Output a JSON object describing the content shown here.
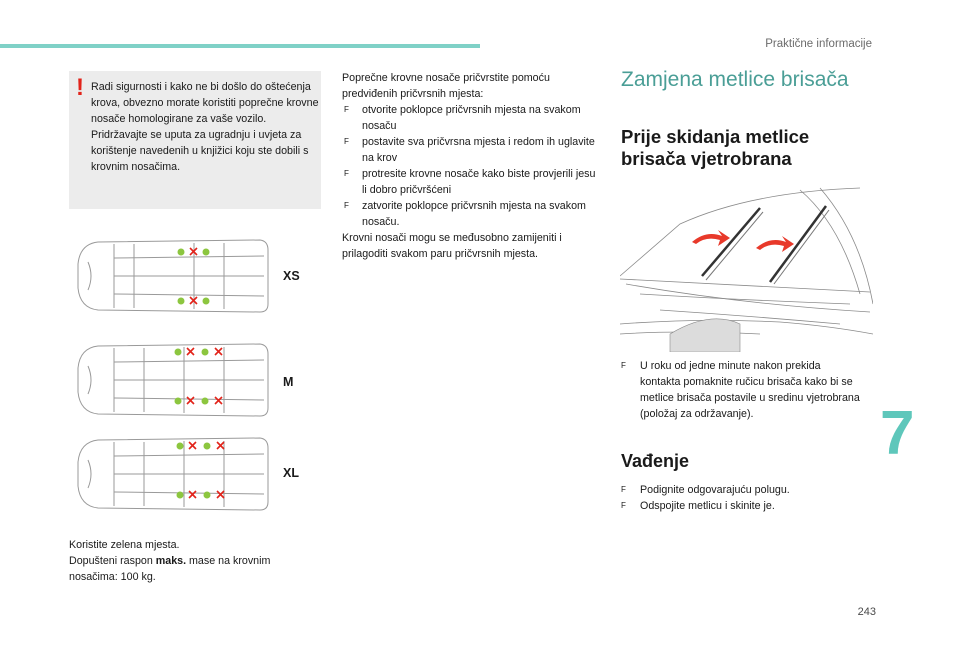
{
  "header": {
    "section_title": "Praktične informacije"
  },
  "chapter_number": "7",
  "page_number": "243",
  "warning": {
    "symbol": "!",
    "line1": "Radi sigurnosti i kako ne bi došlo do oštećenja krova, obvezno morate koristiti poprečne krovne nosače homologirane za vaše vozilo.",
    "line2": "Pridržavajte se uputa za ugradnju i uvjeta za korištenje navedenih u knjižici koju ste dobili s krovnim nosačima."
  },
  "figures": {
    "xs": "XS",
    "m": "M",
    "xl": "XL"
  },
  "note": {
    "line1": "Koristite zelena mjesta.",
    "line2_prefix": "Dopušteni raspon ",
    "line2_bold": "maks.",
    "line2_suffix": " mase na krovnim nosačima: 100 kg."
  },
  "middle": {
    "intro": "Poprečne krovne nosače pričvrstite pomoću predviđenih pričvrsnih mjesta:",
    "steps": [
      "otvorite poklopce pričvrsnih mjesta na svakom nosaču",
      "postavite sva pričvrsna mjesta i redom ih uglavite na krov",
      "protresite krovne nosače kako biste provjerili jesu li dobro pričvršćeni",
      "zatvorite poklopce pričvrsnih mjesta na svakom nosaču."
    ],
    "outro": "Krovni nosači mogu se međusobno zamijeniti i prilagoditi svakom paru pričvrsnih mjesta."
  },
  "right": {
    "title": "Zamjena metlice brisača",
    "subtitle_line1": "Prije skidanja metlice",
    "subtitle_line2": "brisača vjetrobrana",
    "step1": "U roku od jedne minute nakon prekida kontakta pomaknite ručicu brisača kako bi se metlice brisača postavile u sredinu vjetrobrana (položaj za održavanje).",
    "removal_title": "Vađenje",
    "removal_steps": [
      "Podignite odgovarajuću polugu.",
      "Odspojite metlicu i skinite je."
    ]
  },
  "colors": {
    "accent": "#5ec7bb",
    "warning": "#e2231a",
    "green_dot": "#8cc63f",
    "red_cross": "#e2231a",
    "arrow": "#e8392a"
  }
}
